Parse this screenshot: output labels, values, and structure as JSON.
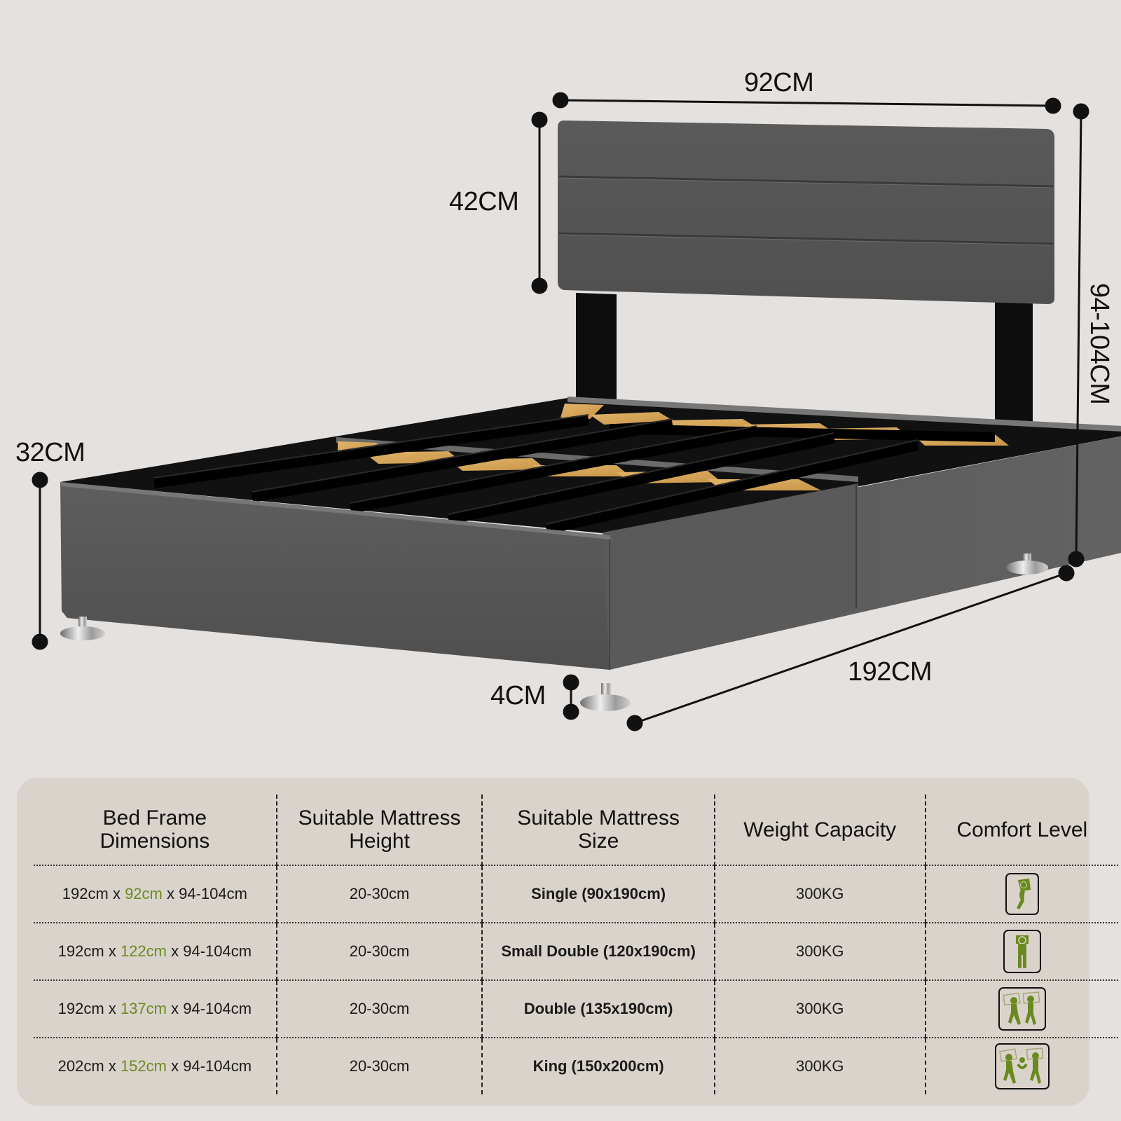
{
  "colors": {
    "background": "#e4e1de",
    "panel": "#dad3cb",
    "accent_green": "#6a8a1f",
    "fabric_grey": "#5a5a5a",
    "slat_wood": "#d8a75c",
    "text": "#111111"
  },
  "diagram": {
    "labels": {
      "width": "92CM",
      "headboard_height": "42CM",
      "total_height": "94-104CM",
      "base_height": "32CM",
      "leg_height": "4CM",
      "length": "192CM"
    }
  },
  "spec_table": {
    "headers": [
      {
        "line1": "Bed Frame",
        "line2": "Dimensions"
      },
      {
        "line1": "Suitable Mattress",
        "line2": "Height"
      },
      {
        "line1": "Suitable Mattress",
        "line2": "Size"
      },
      {
        "line1": "Weight Capacity",
        "line2": ""
      },
      {
        "line1": "Comfort Level",
        "line2": ""
      }
    ],
    "rows": [
      {
        "dim_length": "192cm",
        "sep1": " x ",
        "dim_width": "92cm",
        "sep2": " x ",
        "dim_height": "94-104cm",
        "mattress_height": "20-30cm",
        "mattress_size": "Single (90x190cm)",
        "weight_capacity": "300KG",
        "comfort_icon": "single-sleeper-side-icon"
      },
      {
        "dim_length": "192cm",
        "sep1": " x ",
        "dim_width": "122cm",
        "sep2": " x ",
        "dim_height": "94-104cm",
        "mattress_height": "20-30cm",
        "mattress_size": "Small Double (120x190cm)",
        "weight_capacity": "300KG",
        "comfort_icon": "single-sleeper-back-icon"
      },
      {
        "dim_length": "192cm",
        "sep1": " x ",
        "dim_width": "137cm",
        "sep2": " x ",
        "dim_height": "94-104cm",
        "mattress_height": "20-30cm",
        "mattress_size": "Double (135x190cm)",
        "weight_capacity": "300KG",
        "comfort_icon": "two-sleepers-icon"
      },
      {
        "dim_length": "202cm",
        "sep1": " x ",
        "dim_width": "152cm",
        "sep2": " x ",
        "dim_height": "94-104cm",
        "mattress_height": "20-30cm",
        "mattress_size": "King (150x200cm)",
        "weight_capacity": "300KG",
        "comfort_icon": "family-sleepers-icon"
      }
    ]
  }
}
